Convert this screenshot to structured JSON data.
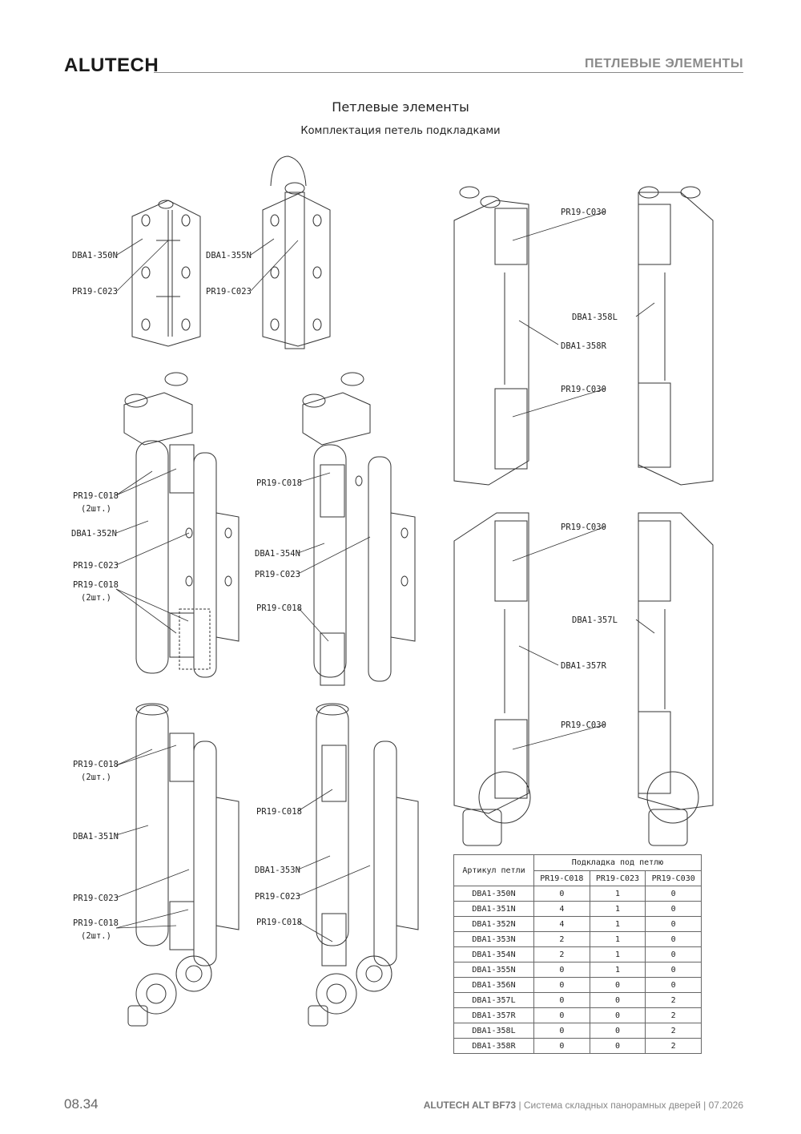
{
  "header": {
    "brand": "ALUTECH",
    "section": "ПЕТЛЕВЫЕ ЭЛЕМЕНТЫ"
  },
  "title": "Петлевые элементы",
  "subtitle": "Комплектация петель подкладками",
  "callouts": {
    "f1_a": "DBA1-350N",
    "f1_b": "PR19-C023",
    "f2_a": "DBA1-355N",
    "f2_b": "PR19-C023",
    "f3_a": "PR19-C018",
    "f3_a2": "(2шт.)",
    "f3_b": "DBA1-352N",
    "f3_c": "PR19-C023",
    "f3_d": "PR19-C018",
    "f3_d2": "(2шт.)",
    "f4_a": "PR19-C018",
    "f4_b": "DBA1-354N",
    "f4_c": "PR19-C023",
    "f4_d": "PR19-C018",
    "f5_a": "PR19-C018",
    "f5_a2": "(2шт.)",
    "f5_b": "DBA1-351N",
    "f5_c": "PR19-C023",
    "f5_d": "PR19-C018",
    "f5_d2": "(2шт.)",
    "f6_a": "PR19-C018",
    "f6_b": "DBA1-353N",
    "f6_c": "PR19-C023",
    "f6_d": "PR19-C018",
    "r1_a": "PR19-C030",
    "r1_b": "DBA1-358L",
    "r1_c": "DBA1-358R",
    "r1_d": "PR19-C030",
    "r2_a": "PR19-C030",
    "r2_b": "DBA1-357L",
    "r2_c": "DBA1-357R",
    "r2_d": "PR19-C030"
  },
  "table": {
    "col_article": "Артикул петли",
    "col_group": "Подкладка под петлю",
    "sub_cols": [
      "PR19-C018",
      "PR19-C023",
      "PR19-C030"
    ],
    "rows": [
      [
        "DBA1-350N",
        "0",
        "1",
        "0"
      ],
      [
        "DBA1-351N",
        "4",
        "1",
        "0"
      ],
      [
        "DBA1-352N",
        "4",
        "1",
        "0"
      ],
      [
        "DBA1-353N",
        "2",
        "1",
        "0"
      ],
      [
        "DBA1-354N",
        "2",
        "1",
        "0"
      ],
      [
        "DBA1-355N",
        "0",
        "1",
        "0"
      ],
      [
        "DBA1-356N",
        "0",
        "0",
        "0"
      ],
      [
        "DBA1-357L",
        "0",
        "0",
        "2"
      ],
      [
        "DBA1-357R",
        "0",
        "0",
        "2"
      ],
      [
        "DBA1-358L",
        "0",
        "0",
        "2"
      ],
      [
        "DBA1-358R",
        "0",
        "0",
        "2"
      ]
    ]
  },
  "footer": {
    "page": "08.34",
    "product": "ALUTECH ALT BF73",
    "description": " | Система складных панорамных дверей | 07.2026"
  }
}
